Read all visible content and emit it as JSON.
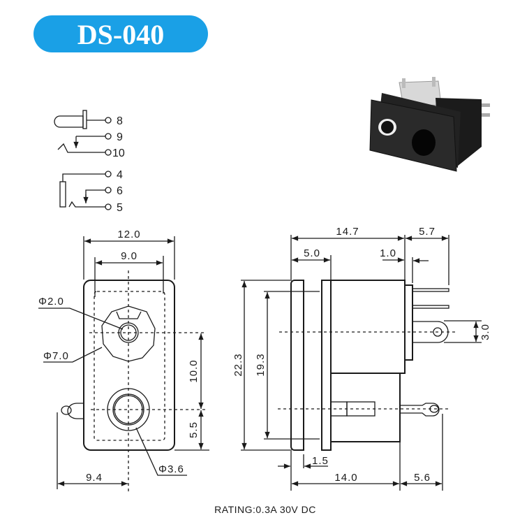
{
  "title": "DS-040",
  "colors": {
    "title_bg": "#1aa0e6",
    "line": "#1a1a1a"
  },
  "schematic": {
    "pins": [
      "8",
      "9",
      "10",
      "4",
      "6",
      "5"
    ]
  },
  "front_view": {
    "width_outer": "12.0",
    "width_inner": "9.0",
    "hole_small_dia": "Φ2.0",
    "hole_large_dia": "Φ7.0",
    "hole_bottom_dia": "Φ3.6",
    "center_spacing": "10.0",
    "bottom_offset": "5.5",
    "lug_offset": "9.4"
  },
  "side_view": {
    "length_top": "14.7",
    "pin_extension": "5.7",
    "flange_to_panel": "5.0",
    "rear_block": "1.0",
    "height_outer": "22.3",
    "height_inner": "19.3",
    "lug_width": "3.0",
    "flange_thickness": "1.5",
    "length_bottom": "14.0",
    "lug_extension": "5.6"
  },
  "rating": "RATING:0.3A 30V DC"
}
